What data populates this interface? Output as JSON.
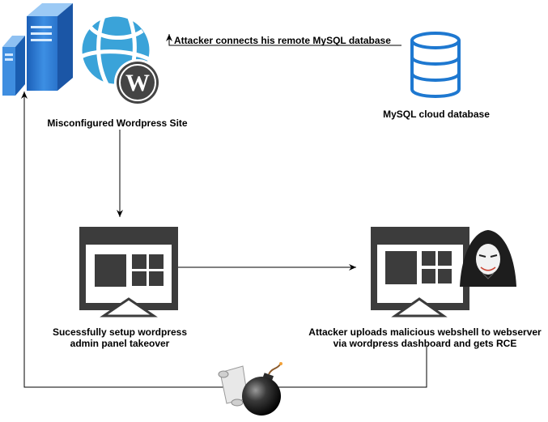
{
  "edges": {
    "mysql_to_site": "Attacker connects his remote MySQL database"
  },
  "nodes": {
    "wordpress_site": {
      "label": "Misconfigured Wordpress Site",
      "icon": "server-globe-wordpress-icon"
    },
    "mysql_db": {
      "label": "MySQL cloud database",
      "icon": "database-icon"
    },
    "admin_takeover": {
      "label_line1": "Sucessfully  setup wordpress",
      "label_line2": "admin panel takeover",
      "icon": "monitor-icon"
    },
    "rce": {
      "label_line1": "Attacker uploads malicious webshell to webserver",
      "label_line2": "via wordpress dashboard and gets RCE",
      "icon": "monitor-hacker-icon"
    },
    "payload": {
      "icon": "bomb-scroll-icon"
    }
  },
  "colors": {
    "monitor": "#3c3c3c",
    "server_blue": "#2f7fd6",
    "globe_blue": "#3aa3d9",
    "db_blue": "#1e78d0",
    "wordpress": "#444444",
    "arrow": "#000000"
  }
}
